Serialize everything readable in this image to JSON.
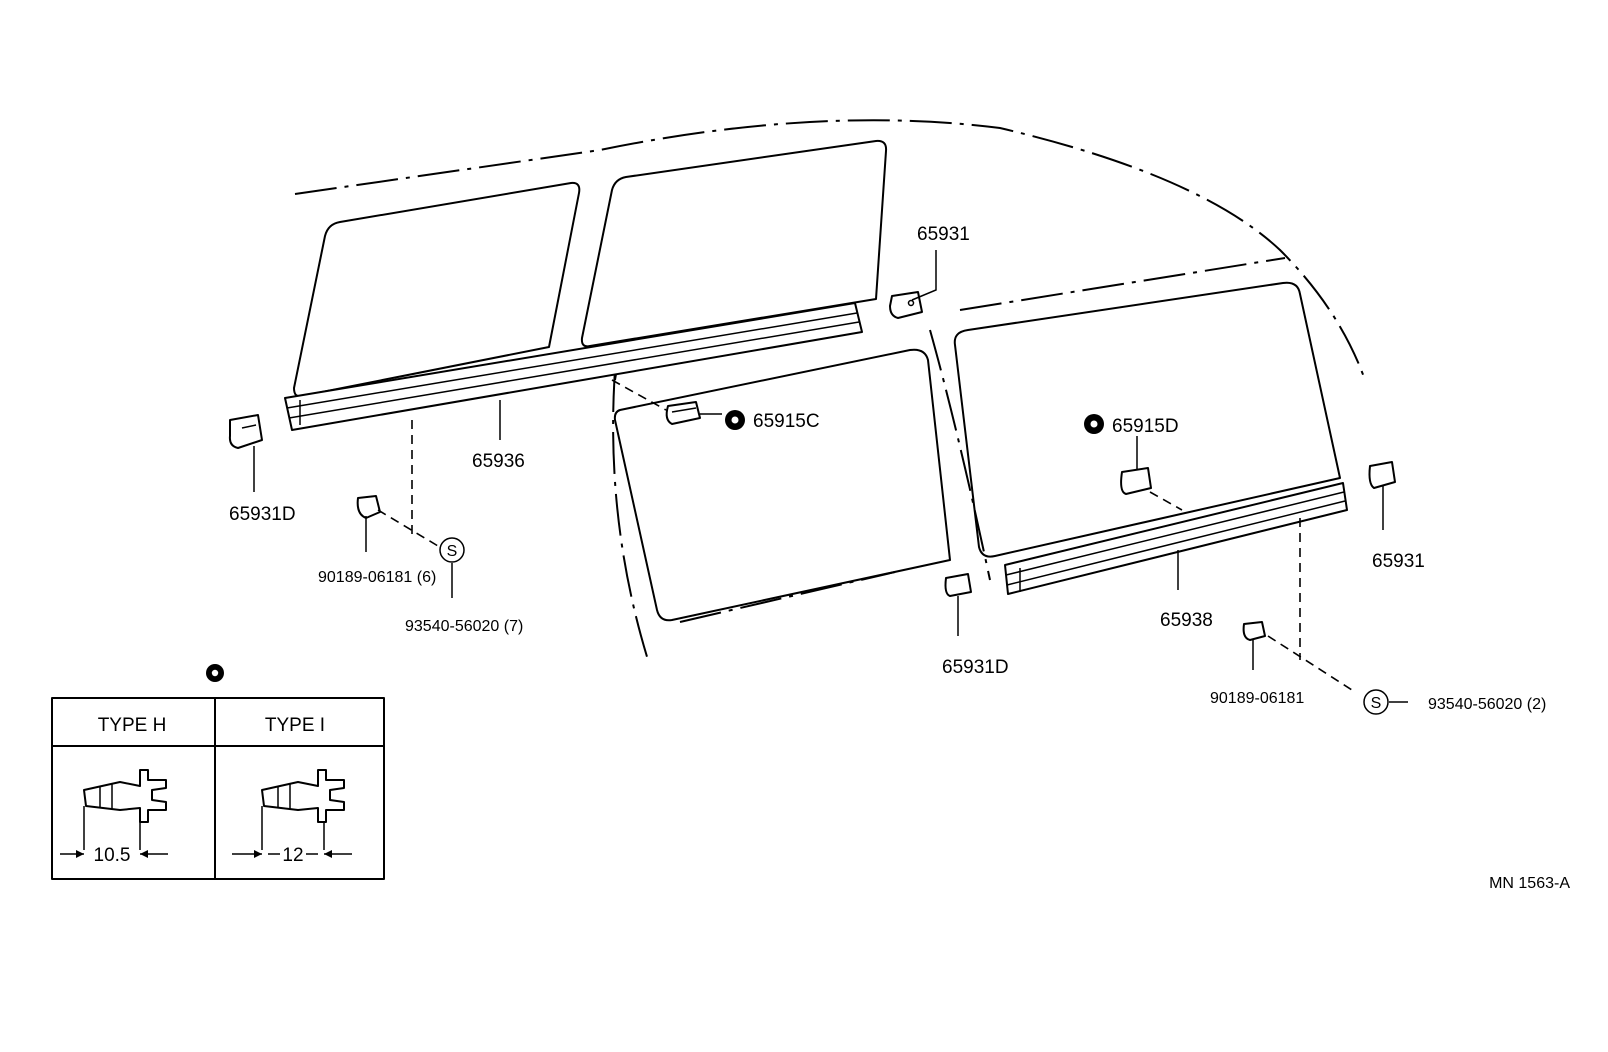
{
  "labels": {
    "p65931_top": "65931",
    "p65915c": "65915C",
    "p65936": "65936",
    "p65931d_left": "65931D",
    "p90189_left": "90189-06181 (6)",
    "p93540_left": "93540-56020 (7)",
    "p65915d": "65915D",
    "p65931_right": "65931",
    "p65938": "65938",
    "p65931d_mid": "65931D",
    "p90189_right": "90189-06181",
    "p93540_right": "93540-56020 (2)",
    "s_symbol": "S"
  },
  "legend": {
    "type_h": "TYPE H",
    "type_i": "TYPE I",
    "dim_h": "10.5",
    "dim_i": "12"
  },
  "ref_code": "MN 1563-A"
}
